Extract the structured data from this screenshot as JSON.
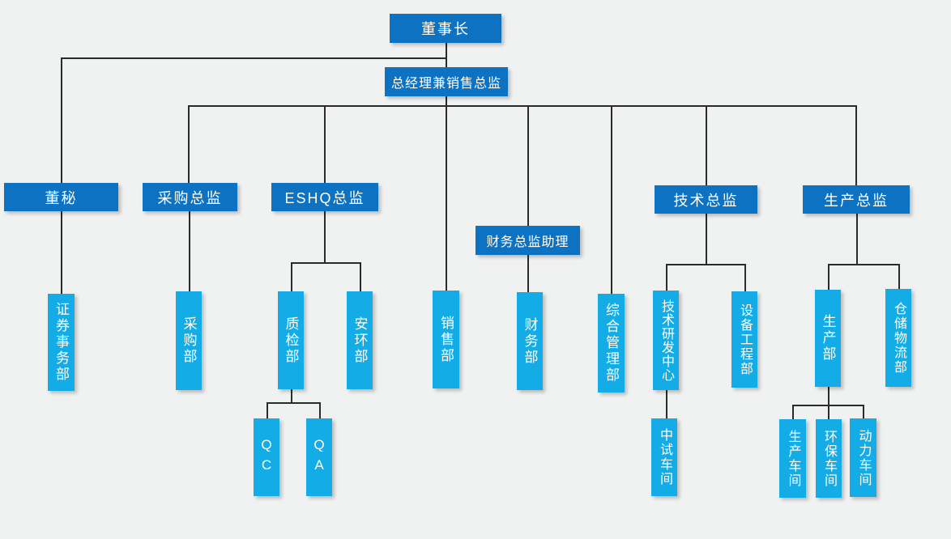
{
  "colors": {
    "background": "#f0f1f1",
    "node_primary_blue": "#0e72c2",
    "node_accent_cyan": "#13ace6",
    "connector_line": "#2b2b2b",
    "node_text": "#ffffff"
  },
  "nodes": {
    "chairman": "董事长",
    "gm_sales_director": "总经理兼销售总监",
    "board_secretary": "董秘",
    "procurement_director": "采购总监",
    "eshq_director": "ESHQ总监",
    "finance_director_assistant": "财务总监助理",
    "tech_director": "技术总监",
    "production_director": "生产总监",
    "securities_affairs_dept": "证券事务部",
    "procurement_dept": "采购部",
    "quality_inspection_dept": "质检部",
    "safety_env_dept": "安环部",
    "sales_dept": "销售部",
    "finance_dept": "财务部",
    "general_management_dept": "综合管理部",
    "tech_rd_center": "技术研发中心",
    "equipment_engineering_dept": "设备工程部",
    "production_dept": "生产部",
    "warehouse_logistics_dept": "仓储物流部",
    "qc": "QC",
    "qa": "QA",
    "pilot_workshop": "中试车间",
    "production_workshop": "生产车间",
    "env_protection_workshop": "环保车间",
    "power_workshop": "动力车间"
  },
  "chart_data": {
    "type": "org-chart",
    "root": "chairman",
    "edges": [
      {
        "from": "chairman",
        "to": "gm_sales_director"
      },
      {
        "from": "chairman",
        "to": "board_secretary"
      },
      {
        "from": "board_secretary",
        "to": "securities_affairs_dept"
      },
      {
        "from": "gm_sales_director",
        "to": "procurement_director"
      },
      {
        "from": "gm_sales_director",
        "to": "eshq_director"
      },
      {
        "from": "gm_sales_director",
        "to": "sales_dept"
      },
      {
        "from": "gm_sales_director",
        "to": "finance_director_assistant"
      },
      {
        "from": "gm_sales_director",
        "to": "general_management_dept"
      },
      {
        "from": "gm_sales_director",
        "to": "tech_director"
      },
      {
        "from": "gm_sales_director",
        "to": "production_director"
      },
      {
        "from": "procurement_director",
        "to": "procurement_dept"
      },
      {
        "from": "eshq_director",
        "to": "quality_inspection_dept"
      },
      {
        "from": "eshq_director",
        "to": "safety_env_dept"
      },
      {
        "from": "quality_inspection_dept",
        "to": "qc"
      },
      {
        "from": "quality_inspection_dept",
        "to": "qa"
      },
      {
        "from": "finance_director_assistant",
        "to": "finance_dept"
      },
      {
        "from": "tech_director",
        "to": "tech_rd_center"
      },
      {
        "from": "tech_director",
        "to": "equipment_engineering_dept"
      },
      {
        "from": "tech_rd_center",
        "to": "pilot_workshop"
      },
      {
        "from": "production_director",
        "to": "production_dept"
      },
      {
        "from": "production_director",
        "to": "warehouse_logistics_dept"
      },
      {
        "from": "production_dept",
        "to": "production_workshop"
      },
      {
        "from": "production_dept",
        "to": "env_protection_workshop"
      },
      {
        "from": "production_dept",
        "to": "power_workshop"
      }
    ]
  }
}
